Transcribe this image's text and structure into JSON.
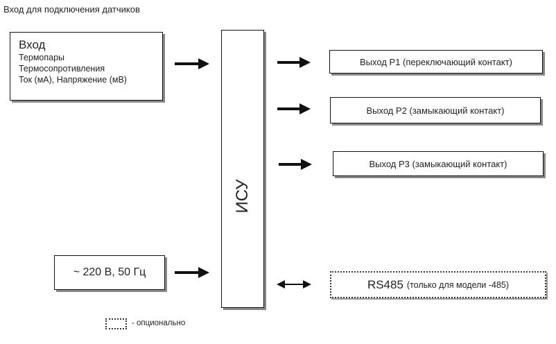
{
  "title": "Вход для подключения датчиков",
  "input_box": {
    "heading": "Вход",
    "lines": [
      "Термопары",
      "Термосопротивления",
      "Ток (мА), Напряжение (мВ)"
    ]
  },
  "controller": {
    "label": "ИСУ"
  },
  "power": {
    "label": "~ 220 В, 50 Гц"
  },
  "outputs": [
    {
      "label": "Выход Р1 (переключающий контакт)"
    },
    {
      "label": "Выход Р2 (замыкающий контакт)"
    },
    {
      "label": "Выход Р3 (замыкающий контакт)"
    }
  ],
  "rs485": {
    "main": "RS485",
    "note": "(только для модели -485)"
  },
  "legend": {
    "label": "- опционально"
  }
}
